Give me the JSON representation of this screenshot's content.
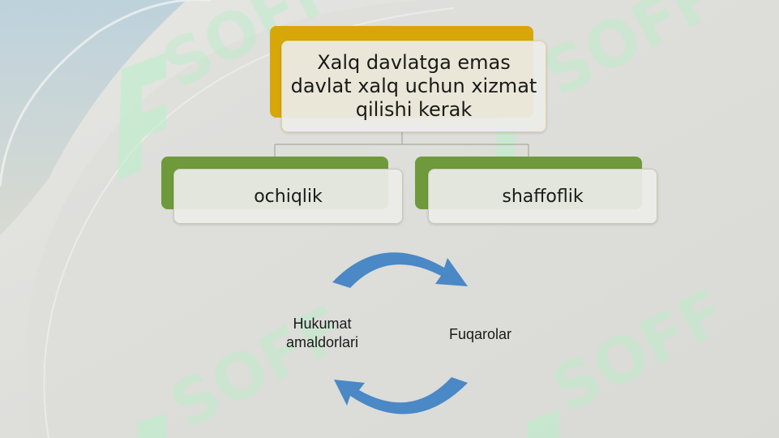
{
  "diagram": {
    "root": {
      "text": "Xalq davlatga emas davlat xalq uchun xizmat qilishi kerak"
    },
    "children": [
      {
        "text": "ochiqlik"
      },
      {
        "text": "shaffoflik"
      }
    ],
    "cycle": {
      "left_label": "Hukumat amaldorlari",
      "right_label": "Fuqarolar"
    }
  },
  "watermark": {
    "text": "SOFF"
  },
  "colors": {
    "root_accent": "#d7a70a",
    "child_accent": "#6f9a3c",
    "arrow": "#4a88c6",
    "card_fill": "#ececE8",
    "watermark": "#b8f0c8"
  }
}
